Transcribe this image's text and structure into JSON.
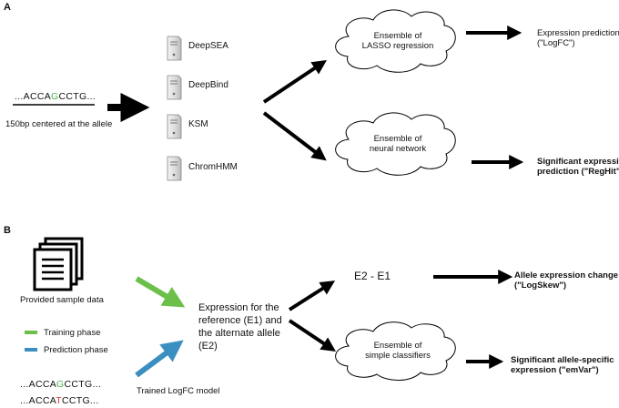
{
  "panel_a": {
    "label": "A",
    "sequence": {
      "left": "...ACCA",
      "allele": "G",
      "right": "CCTG..."
    },
    "sequence_caption": "150bp centered at the allele",
    "tools": [
      "DeepSEA",
      "DeepBind",
      "KSM",
      "ChromHMM"
    ],
    "cloud_top": [
      "Ensemble of",
      "LASSO regression"
    ],
    "cloud_bottom": [
      "Ensemble of",
      "neural network"
    ],
    "output_top": [
      "Expression prediction",
      "(\"LogFC\")"
    ],
    "output_bottom": [
      "Significant expression",
      "prediction (\"RegHit\")"
    ]
  },
  "panel_b": {
    "label": "B",
    "sample_caption": "Provided sample data",
    "legend": [
      {
        "label": "Training phase",
        "color": "#6cc04a"
      },
      {
        "label": "Prediction phase",
        "color": "#3b8fc0"
      }
    ],
    "seq_ref": {
      "left": "...ACCA",
      "allele": "G",
      "right": "CCTG..."
    },
    "seq_alt": {
      "left": "...ACCA",
      "allele": "T",
      "right": "CCTG..."
    },
    "model_caption": "Trained LogFC model",
    "expression_text": [
      "Expression for the",
      "reference (E1) and",
      "the alternate allele",
      "(E2)"
    ],
    "difference": "E2 - E1",
    "cloud": [
      "Ensemble of",
      "simple classifiers"
    ],
    "output_top": [
      "Allele expression change",
      "(\"LogSkew\")"
    ],
    "output_bottom": [
      "Significant allele-specific",
      "expression (\"emVar\")"
    ]
  },
  "colors": {
    "ref_allele": "#4caf50",
    "alt_allele": "#e53935",
    "arrow": "#000000"
  }
}
